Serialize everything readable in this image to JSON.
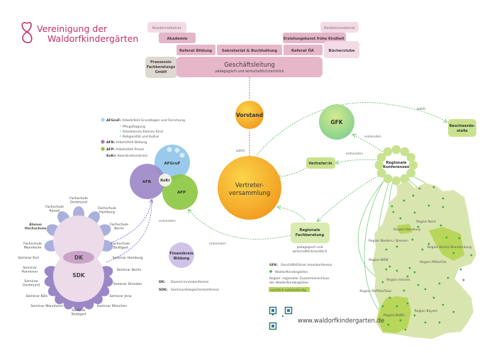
{
  "logo": {
    "line1": "Vereinigung der",
    "line2": "Waldorfkindergärten",
    "color": "#c0306a"
  },
  "org": {
    "akademiebeirat": "Akademiebeirat",
    "akademie": "Akademie",
    "redaktionsbeirat": "Redaktionsbeirat",
    "erziehungskunst": "Erziehungskunst frühe Kindheit",
    "referat_bildung": "Referat Bildung",
    "sekretariat": "Sekretariat & Buchhaltung",
    "referat_oa": "Referat ÖA",
    "buecherstube": "Bücherstube",
    "praesensio": [
      "Praesensio",
      "Fachberatungs",
      "GmbH"
    ],
    "geschaeftsleitung": "Geschäftsleitung",
    "geschaeftsleitung_sub": "pädagogisch und wirtschaftlich/rechtlich"
  },
  "bodies": {
    "vorstand": "Vorstand",
    "vv": [
      "Vertreter-",
      "versammlung"
    ],
    "gfk": "GFK",
    "beschwerde": [
      "Beschwerde-",
      "stelle"
    ],
    "regionale_konferenzen": [
      "Regionale",
      "Konferenzen"
    ],
    "vertreterin": "Vertreter:in",
    "fachberatung": [
      "Regionale",
      "Fachberatung"
    ],
    "fachberatung_sub": [
      "pädagogisch und",
      "wirtschaftlich/rechtlich"
    ],
    "afgruf": "AFGruF",
    "afb": "AFB",
    "afp": "AFP",
    "kokr": "KoKr",
    "finanzkreis": [
      "Finanzkreis",
      "Bildung"
    ],
    "dk": "DK",
    "sdk": "SDK"
  },
  "edge_labels": {
    "waehlt_vorstand": "wählt",
    "waehlt_beschwerde": "wählt",
    "entsenden_gfk": "entsenden",
    "entsenden_vertreterin": "entsenden",
    "entsenden_afb": "entsenden",
    "entsenden_fachberatung": "entsenden"
  },
  "af_legend": {
    "afgruf": {
      "abbr": "AFGruF:",
      "text": " Arbeitsfeld Grundlagen und Forschung",
      "color": "#a8d4ee"
    },
    "sub": [
      "Pfingsttagung",
      "Arbeitskreis Kleines Kind",
      "Religiosität und Kultus"
    ],
    "afb": {
      "abbr": "AFB:",
      "text": " Arbeitsfeld Bildung",
      "color": "#9b7fc0"
    },
    "afp": {
      "abbr": "AFP:",
      "text": " Arbeitsfeld Praxis",
      "color": "#8cc63f"
    },
    "kokr": {
      "abbr": "KoKr:",
      "text": " Koordinationskreis"
    }
  },
  "schools": {
    "upper": [
      "Fachschule Mannheim",
      "Alanus Hochschule",
      "Fachschule Kassel",
      "Fachschule Dortmund",
      "Fachschule Hamburg",
      "Fachschule Berlin",
      "Fachschule Stuttgart"
    ],
    "lower": [
      "Seminar Kiel",
      "Seminar Hannover",
      "Seminar Dortmund",
      "Seminar Köln",
      "Seminar Mannheim",
      "Seminar Stuttgart",
      "Seminar München",
      "Seminar Jena",
      "Seminar Dresden",
      "Seminar Berlin",
      "Seminar Hamburg"
    ]
  },
  "dk_legend": [
    {
      "abbr": "DK:",
      "text": "Dozent:innenkonferenz"
    },
    {
      "abbr": "SDK:",
      "text": "Seminardelegiertenkonferenz"
    }
  ],
  "map_legend": {
    "gfk": {
      "abbr": "GFK:",
      "text": "Geschäftsführer:innenkonferenz"
    },
    "dot": "Waldorfkindergärten",
    "region": [
      "Region: regionaler Zusammenschluss",
      "der Waldorfkindergärten"
    ],
    "independent": "rechtlich selbstständig"
  },
  "regions": [
    "Region Nord",
    "Region Hamburg",
    "Region Nieders./ Bremen",
    "Region Berlin/ Brandenburg",
    "Region NRW",
    "Region Mitte/Ost",
    "Region Hessen",
    "Region RhPfalz/Saar",
    "Region BaWü",
    "Region Bayern"
  ],
  "website": "www.waldorfkindergarten.de",
  "colors": {
    "pink": "#e6b6c9",
    "pink_light": "#f3dbe5",
    "gray": "#dcd9d0",
    "orange": "#f5a623",
    "green": "#c9e28f",
    "green_dark": "#5cb85c",
    "purple": "#9b86c6",
    "lavender": "#aab0dc"
  }
}
